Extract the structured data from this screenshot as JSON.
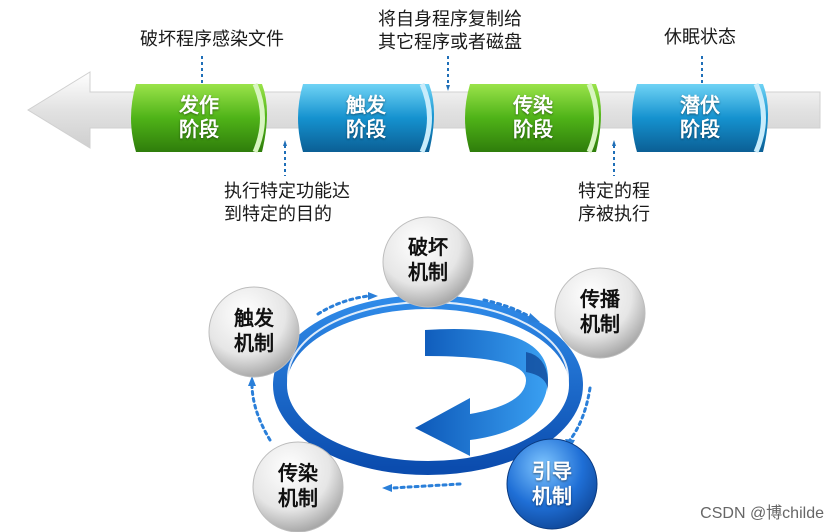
{
  "lifecycle": {
    "stages": [
      {
        "line1": "发作",
        "line2": "阶段",
        "color": "green"
      },
      {
        "line1": "触发",
        "line2": "阶段",
        "color": "blue"
      },
      {
        "line1": "传染",
        "line2": "阶段",
        "color": "green"
      },
      {
        "line1": "潜伏",
        "line2": "阶段",
        "color": "blue"
      }
    ],
    "annotations": {
      "attack": "破坏程序感染文件",
      "trigger_line1": "执行特定功能达",
      "trigger_line2": "到特定的目的",
      "infect_line1": "将自身程序复制给",
      "infect_line2": "其它程序或者磁盘",
      "latent": "休眠状态",
      "activate_line1": "特定的程",
      "activate_line2": "序被执行"
    }
  },
  "mechanisms": {
    "destroy": {
      "line1": "破坏",
      "line2": "机制"
    },
    "spread": {
      "line1": "传播",
      "line2": "机制"
    },
    "guide": {
      "line1": "引导",
      "line2": "机制"
    },
    "infect": {
      "line1": "传染",
      "line2": "机制"
    },
    "trigger": {
      "line1": "触发",
      "line2": "机制"
    }
  },
  "watermark": "CSDN @博childe",
  "colors": {
    "green": "#5bbf1c",
    "blue": "#1e9fd6",
    "dark_blue": "#1557b0",
    "dots": "#2a7fd9"
  }
}
